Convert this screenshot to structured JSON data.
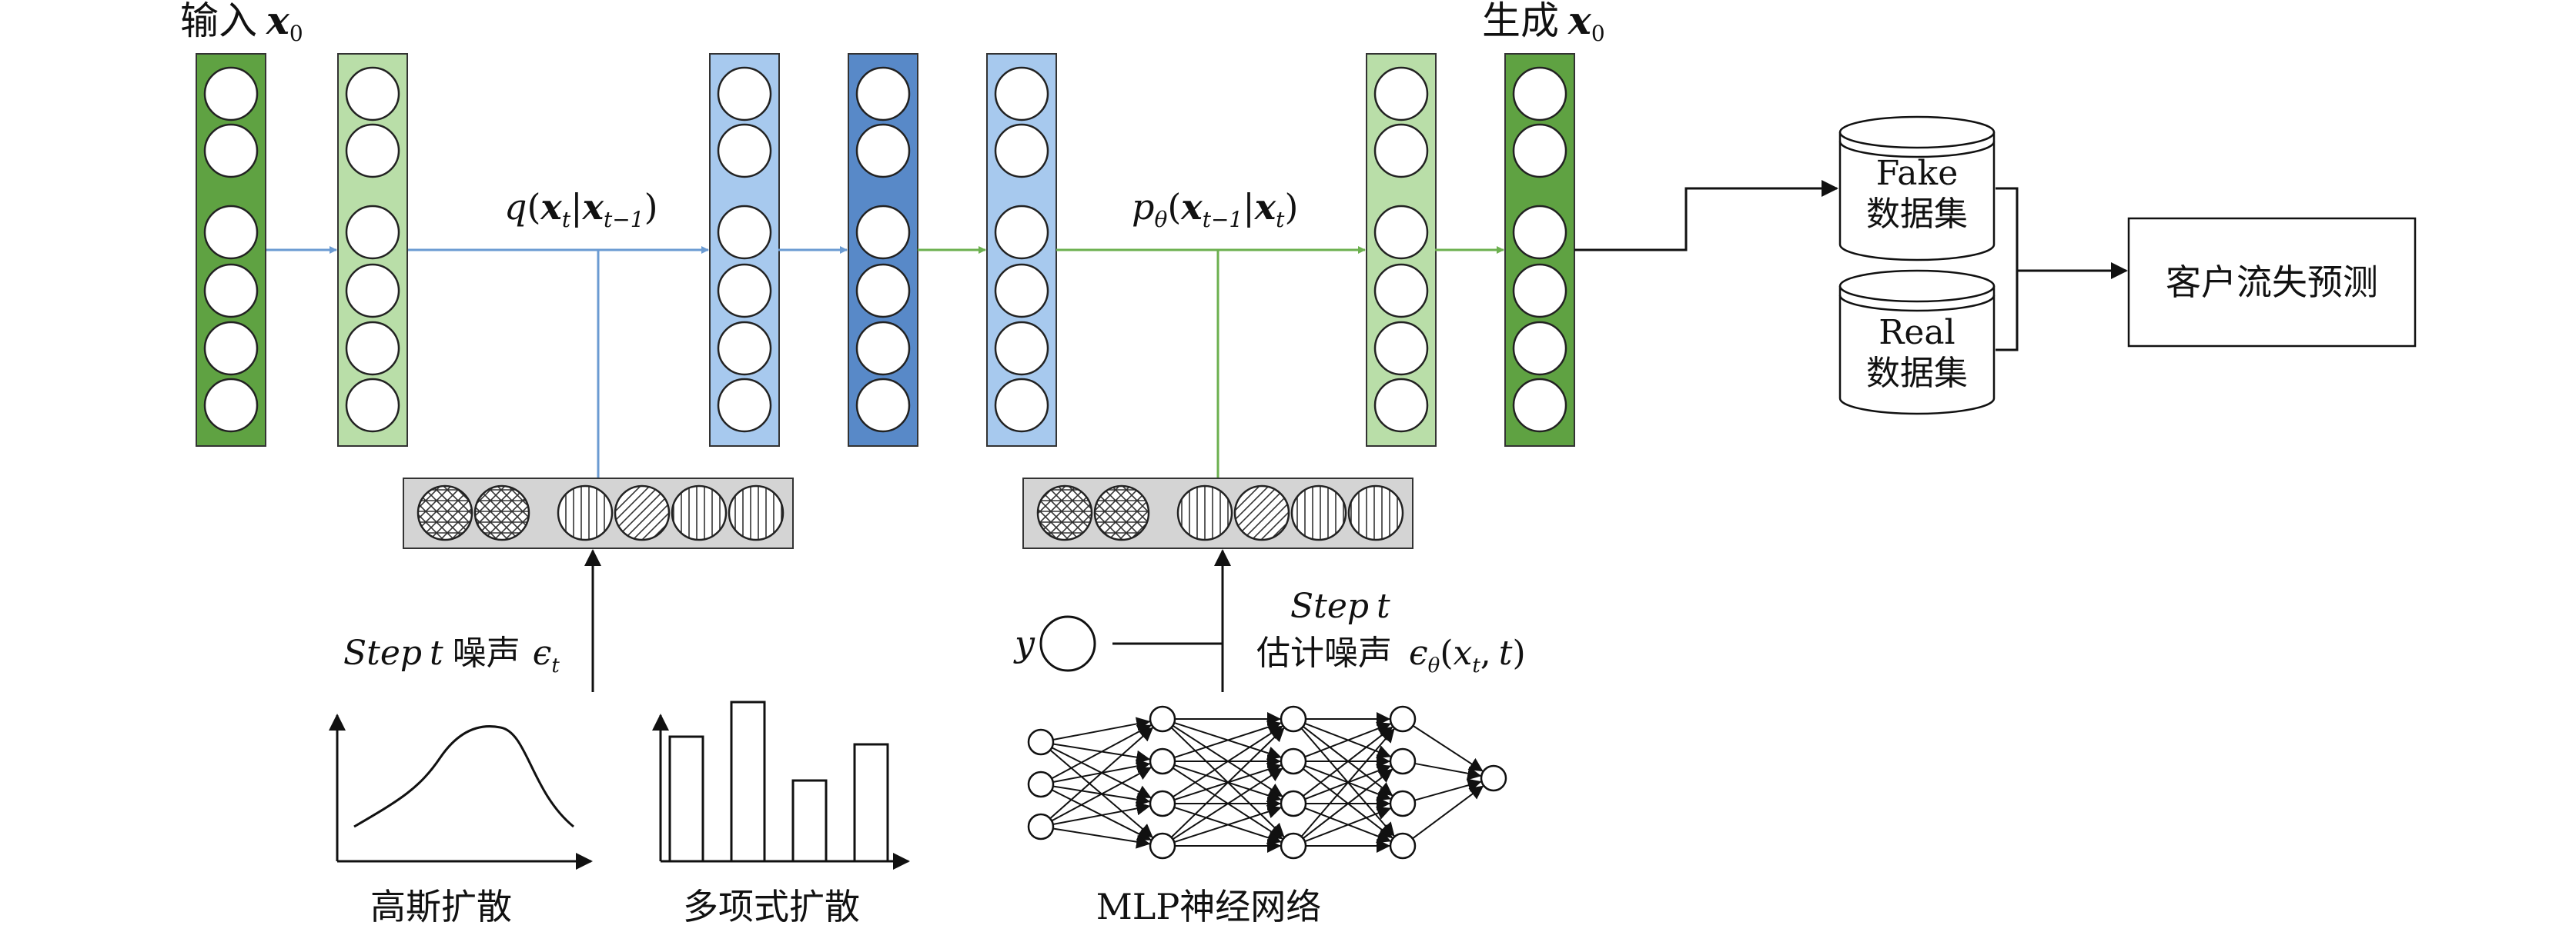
{
  "labels": {
    "input": "输入",
    "output": "生成",
    "x": "x",
    "sub0": "0",
    "forward": {
      "q": "q",
      "open": "(",
      "x": "x",
      "t": "t",
      "bar": "|",
      "tm1": "t−1",
      "close": ")"
    },
    "reverse": {
      "p": "p",
      "theta": "θ",
      "open": "(",
      "x": "x",
      "tm1": "t−1",
      "bar": "|",
      "t": "t",
      "close": ")"
    },
    "step_noise": {
      "step": "Step",
      "t": "t",
      "cn": "噪声",
      "eps": "ϵ",
      "sub": "t"
    },
    "step_est": {
      "step": "Step",
      "t": "t",
      "cn": "估计噪声",
      "eps": "ϵ",
      "theta": "θ",
      "args_open": "(",
      "x": "x",
      "sub_t": "t",
      "comma": ",",
      "t2": "t",
      "close": ")"
    },
    "y": "y",
    "gaussian": "高斯扩散",
    "multinomial": "多项式扩散",
    "mlp": "MLP神经网络",
    "fake_l1": "Fake",
    "fake_l2": "数据集",
    "real_l1": "Real",
    "real_l2": "数据集",
    "churn": "客户流失预测"
  },
  "colors": {
    "dark_green": "#5fa242",
    "light_green": "#b9dea8",
    "light_blue": "#a7c9ee",
    "mid_blue": "#5889c8",
    "blue_line": "#6b9bd2",
    "green_line": "#6cb04f",
    "gray_panel": "#d4d4d4"
  }
}
